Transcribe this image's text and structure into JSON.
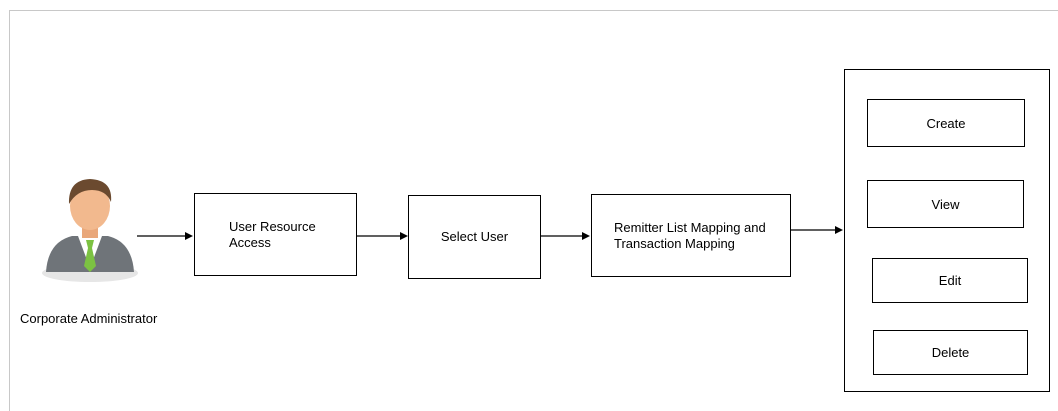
{
  "actor": {
    "label": "Corporate Administrator",
    "icon": "corporate-administrator-icon"
  },
  "flow": {
    "step1": "User Resource\nAccess",
    "step2": "Select User",
    "step3": "Remitter  List Mapping  and\nTransaction Mapping"
  },
  "actions": {
    "create": "Create",
    "view": "View",
    "edit": "Edit",
    "delete": "Delete"
  },
  "colors": {
    "line": "#000000",
    "frame": "#c8c8c8",
    "suit": "#6f7479",
    "skin": "#f2b98e",
    "hair": "#6b4a2f",
    "tie": "#7cc242"
  }
}
